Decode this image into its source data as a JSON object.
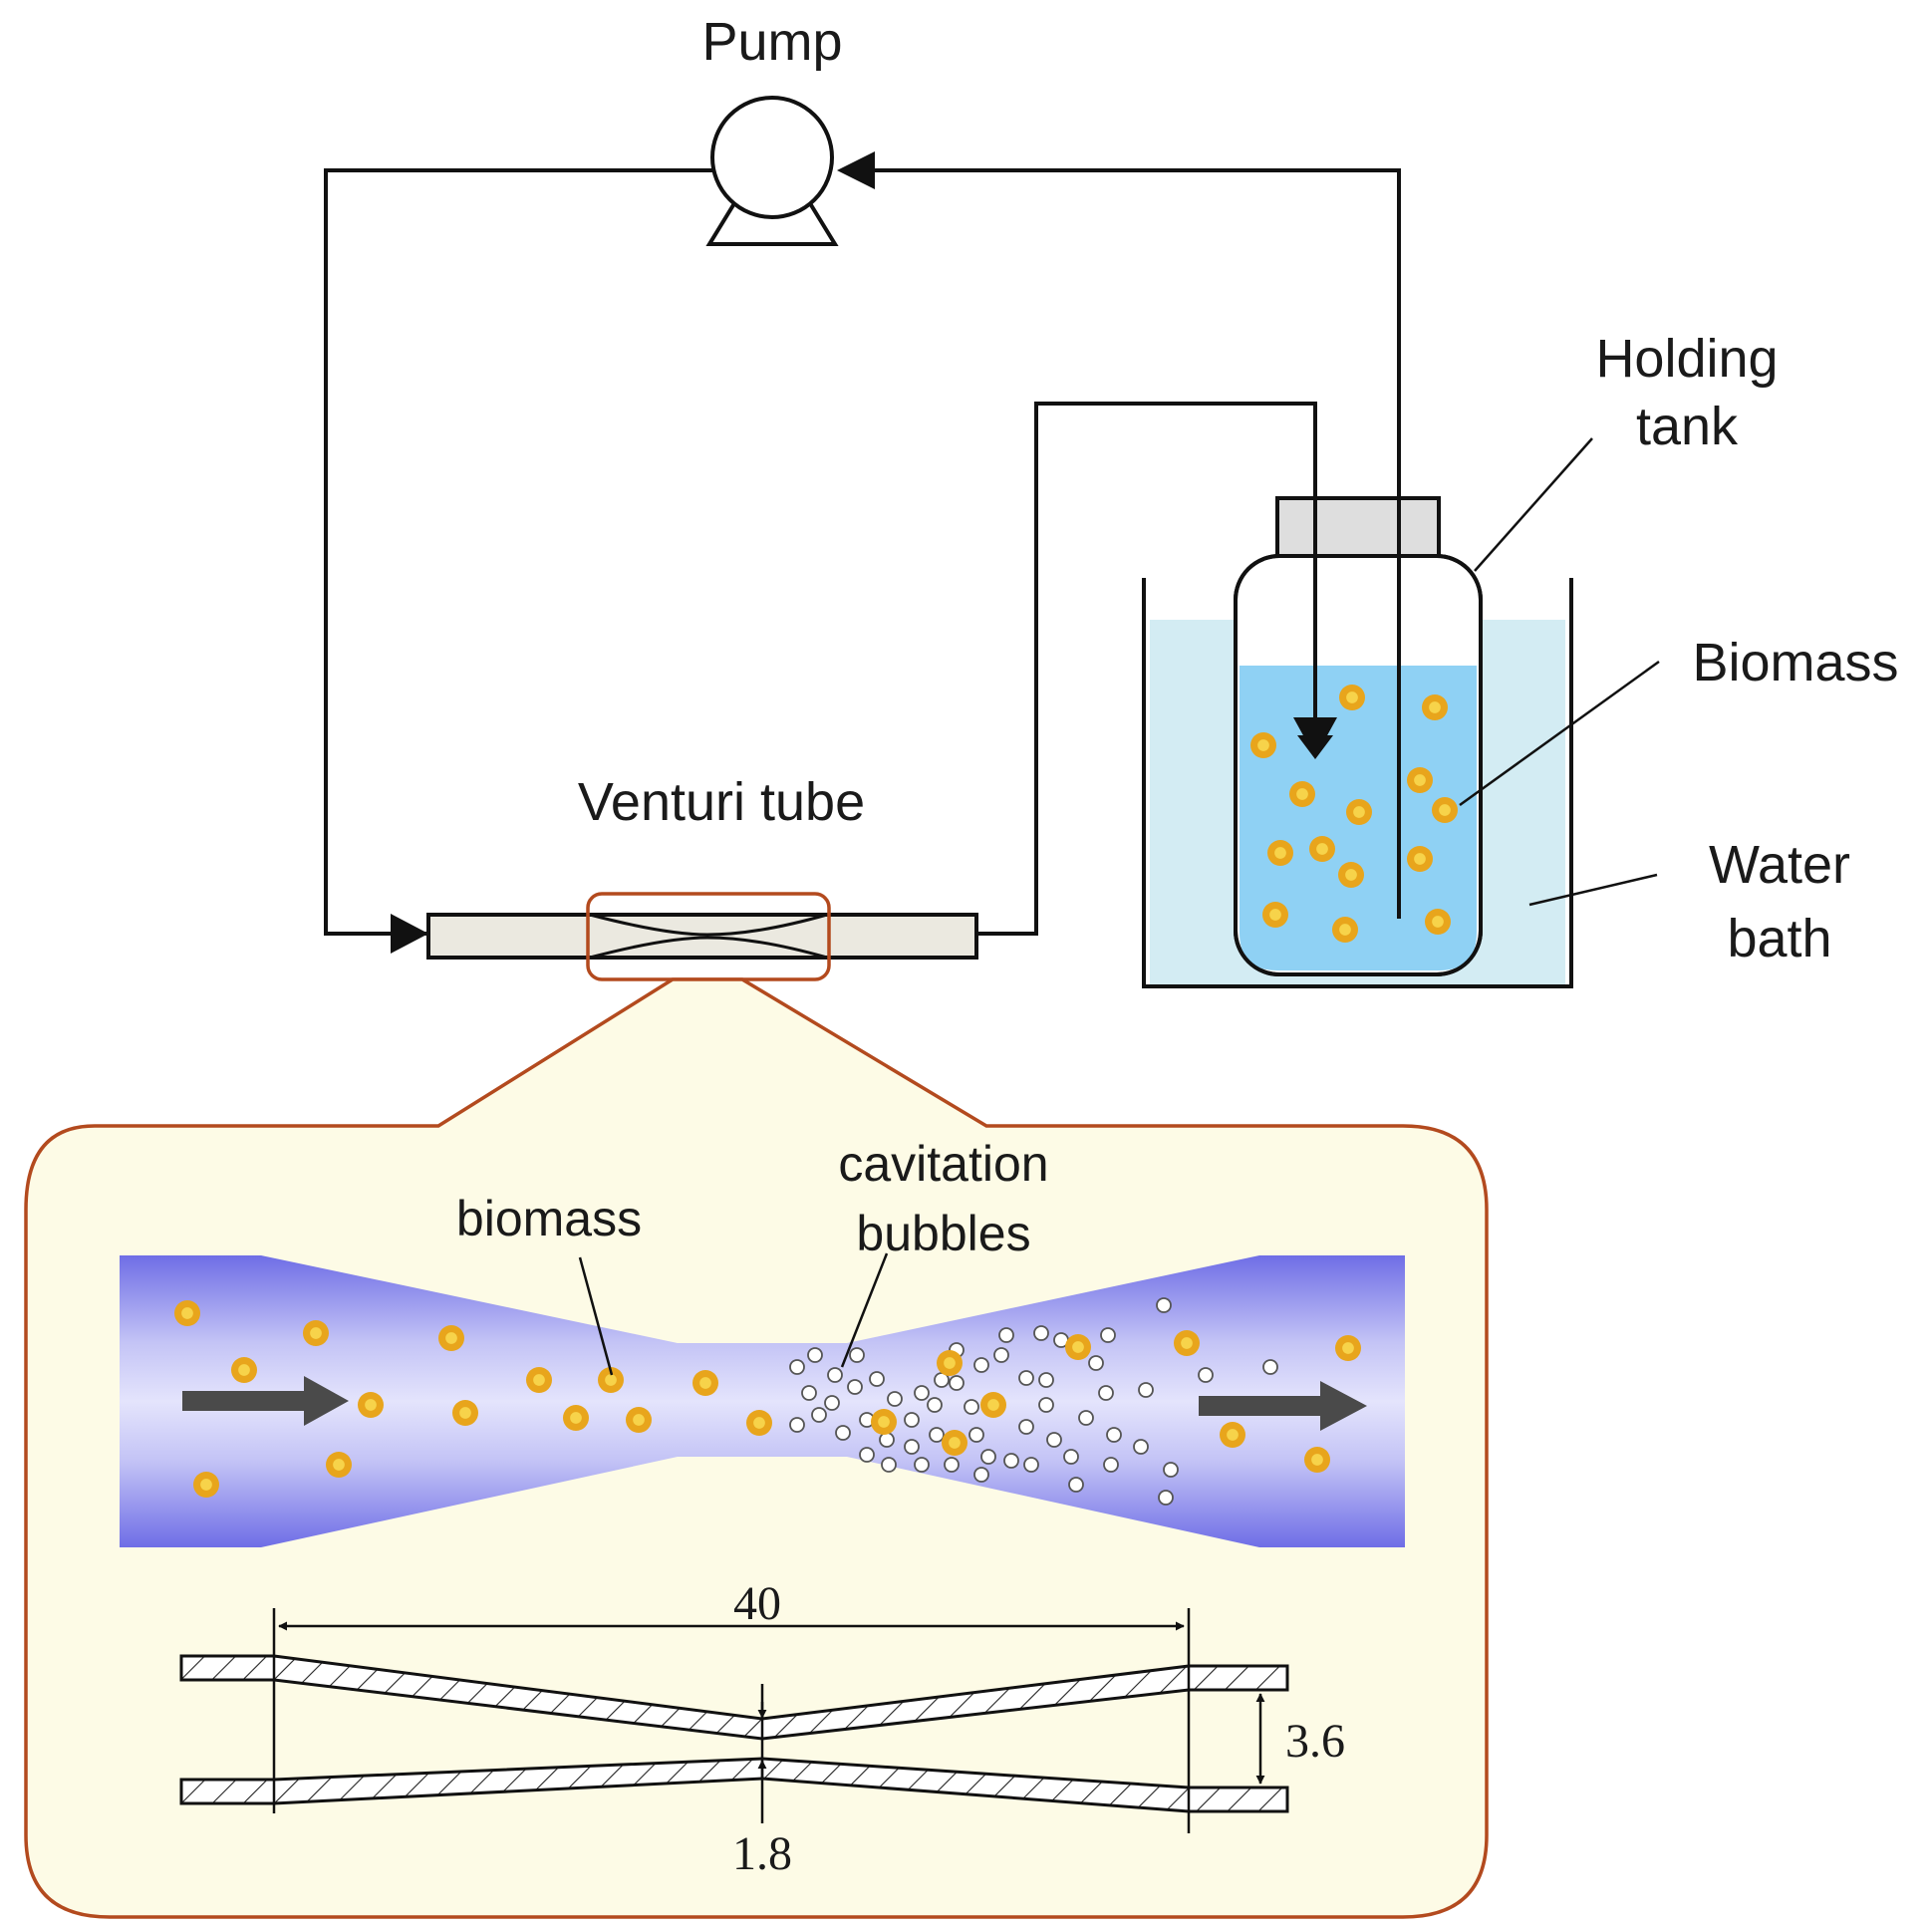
{
  "labels": {
    "pump": "Pump",
    "holding_tank_line1": "Holding",
    "holding_tank_line2": "tank",
    "biomass_tank": "Biomass",
    "water_bath_line1": "Water",
    "water_bath_line2": "bath",
    "venturi_tube": "Venturi tube",
    "biomass_detail": "biomass",
    "cavitation_line1": "cavitation",
    "cavitation_line2": "bubbles"
  },
  "dimensions": {
    "length": "40",
    "outer_diameter": "3.6",
    "throat_diameter": "1.8"
  },
  "colors": {
    "line": "#111111",
    "water_bath": "#d3ecf3",
    "tank_liquid": "#8fd1f4",
    "particle": "#e8a51c",
    "particle_core": "#f7d34a",
    "detail_border": "#b34a1e",
    "detail_fill": "#fdfbe6",
    "flow_dark": "#6f6ee6",
    "flow_light": "#dcdcfb",
    "tube_fill": "#ebe9e0"
  }
}
